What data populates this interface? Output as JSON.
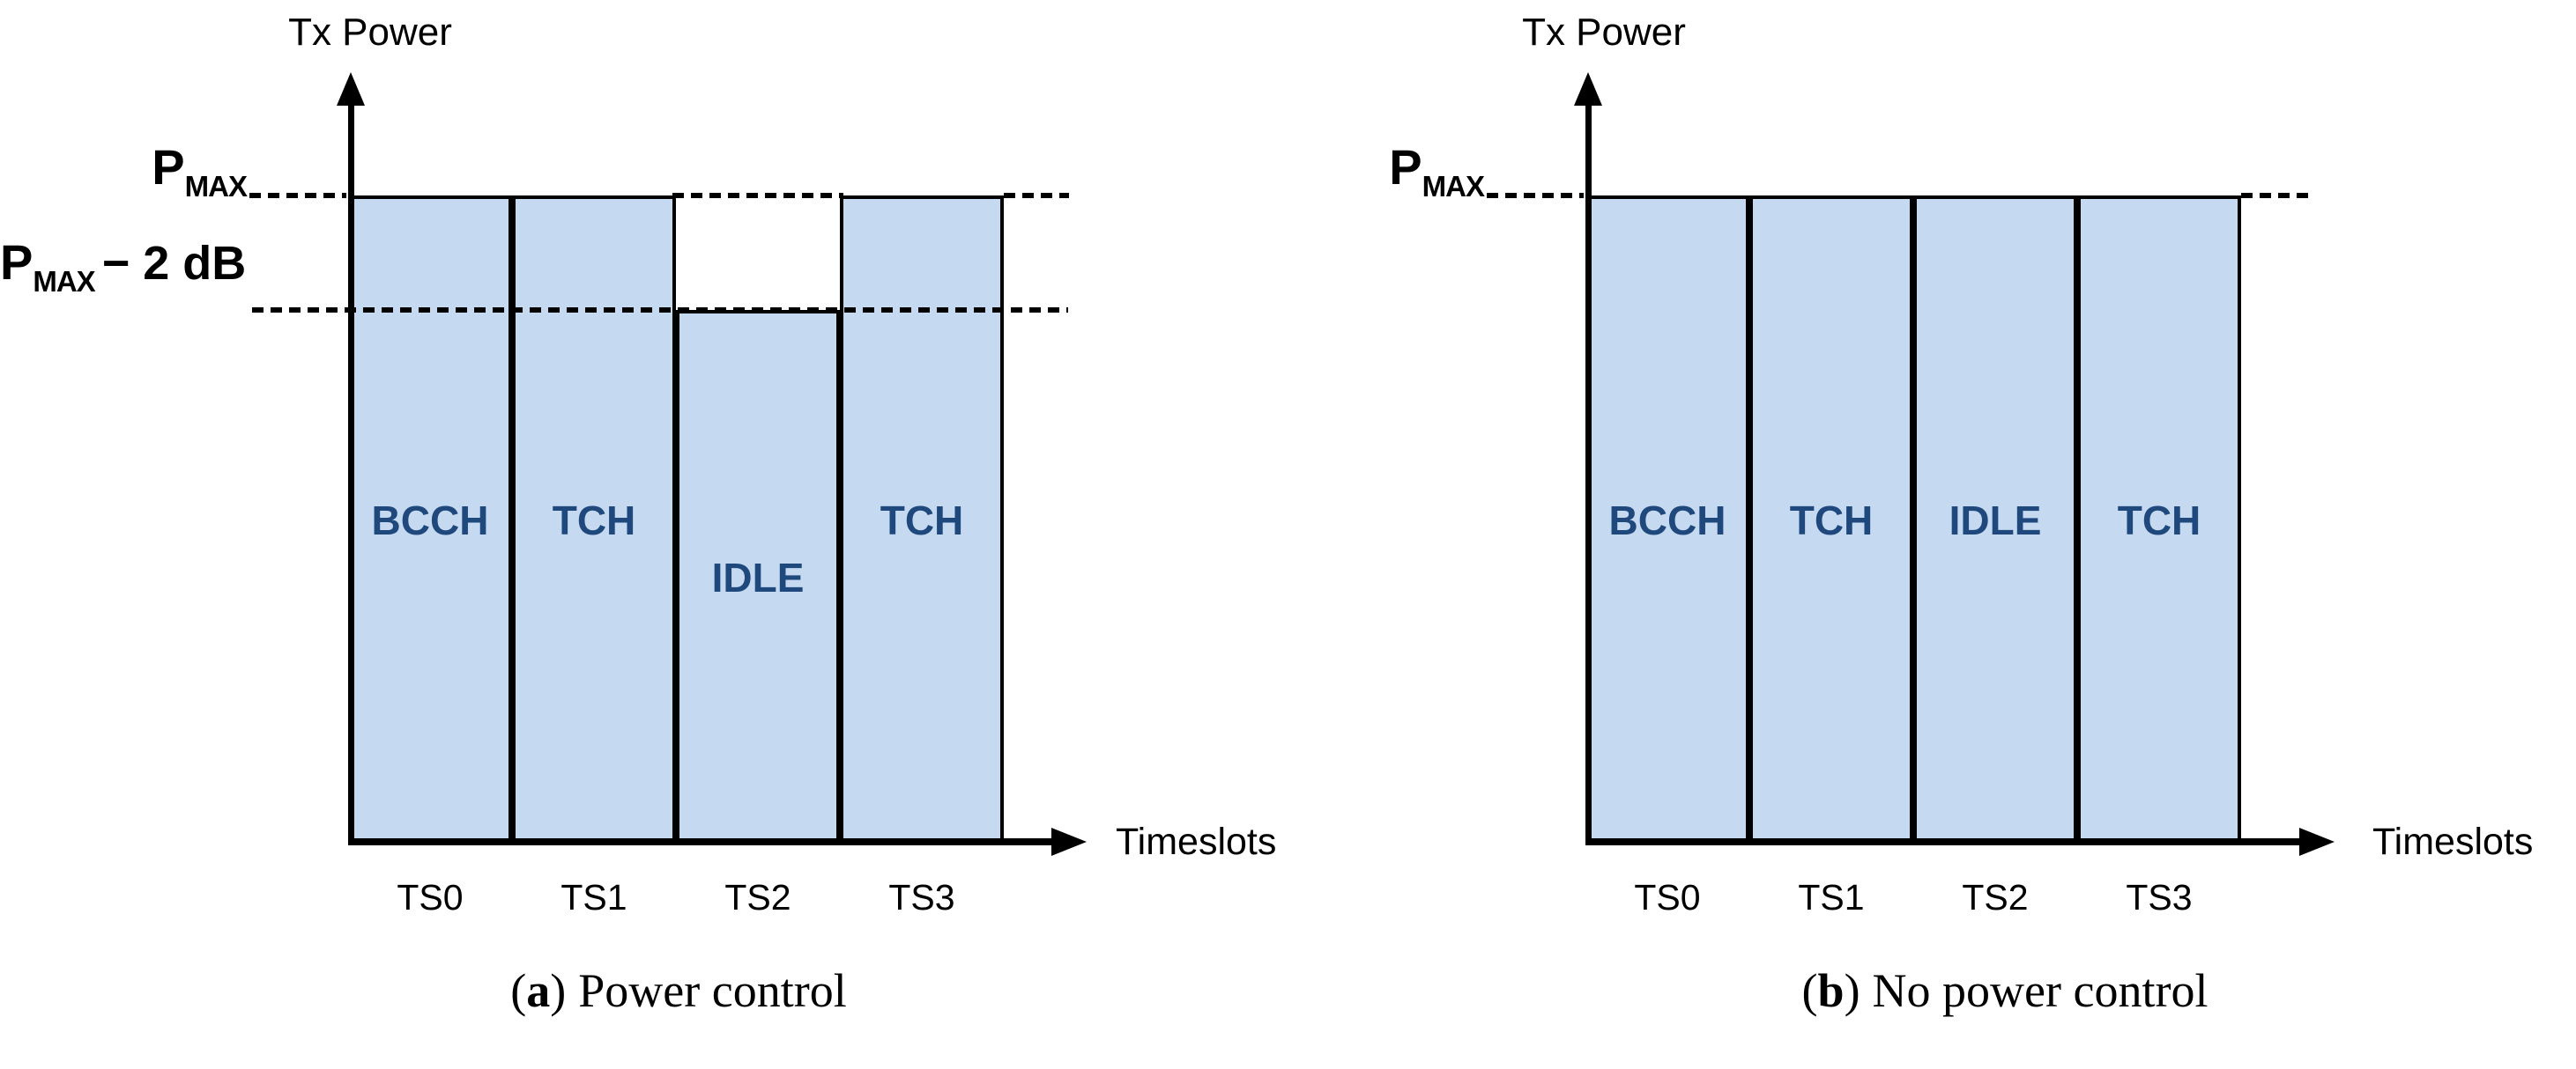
{
  "figure": {
    "panels": [
      {
        "id": "a",
        "y_axis_label": "Tx Power",
        "x_axis_label": "Timeslots",
        "power_levels": [
          {
            "symbol": "P",
            "subscript": "MAX",
            "offset": ""
          },
          {
            "symbol": "P",
            "subscript": "MAX",
            "offset": "− 2 dB"
          }
        ],
        "bars": [
          {
            "channel": "BCCH",
            "timeslot": "TS0",
            "level": "pmax"
          },
          {
            "channel": "TCH",
            "timeslot": "TS1",
            "level": "pmax"
          },
          {
            "channel": "IDLE",
            "timeslot": "TS2",
            "level": "pmax_minus_2db"
          },
          {
            "channel": "TCH",
            "timeslot": "TS3",
            "level": "pmax"
          }
        ],
        "caption": {
          "open": "(",
          "letter": "a",
          "close": ")",
          "text": "Power control"
        }
      },
      {
        "id": "b",
        "y_axis_label": "Tx Power",
        "x_axis_label": "Timeslots",
        "power_levels": [
          {
            "symbol": "P",
            "subscript": "MAX",
            "offset": ""
          }
        ],
        "bars": [
          {
            "channel": "BCCH",
            "timeslot": "TS0",
            "level": "pmax"
          },
          {
            "channel": "TCH",
            "timeslot": "TS1",
            "level": "pmax"
          },
          {
            "channel": "IDLE",
            "timeslot": "TS2",
            "level": "pmax"
          },
          {
            "channel": "TCH",
            "timeslot": "TS3",
            "level": "pmax"
          }
        ],
        "caption": {
          "open": "(",
          "letter": "b",
          "close": ")",
          "text": "No power control"
        }
      }
    ]
  },
  "colors": {
    "bar_fill": "#C5D9F1",
    "bar_border": "#000000",
    "bar_label_text": "#1F497D",
    "axis_and_text": "#000000"
  }
}
